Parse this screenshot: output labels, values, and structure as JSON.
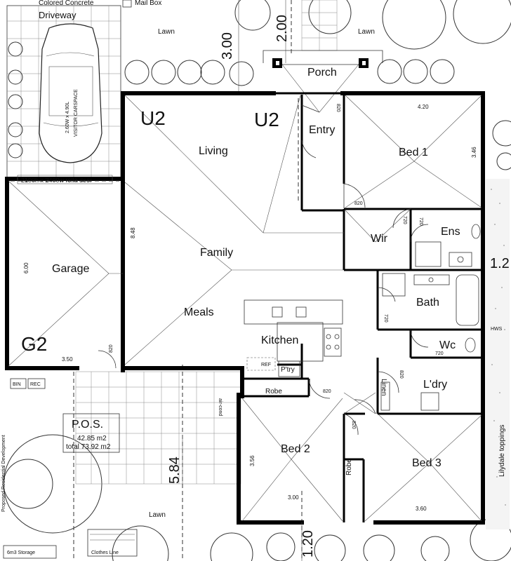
{
  "site": {
    "top_label": "Colored Concrete",
    "mail_box": "Mail Box",
    "driveway": "Driveway",
    "lawn_top_left": "Lawn",
    "lawn_top_right": "Lawn",
    "lawn_bottom": "Lawn",
    "car_label": "2.60W x 4.90L",
    "car_label_2": "VISITOR CARSPACE",
    "rolla_door": "2100h x 2400w rolla door",
    "dim_300": "3.00",
    "dim_200": "2.00",
    "dim_584": "5.84",
    "dim_120": "1.20",
    "dim_12": "1.2",
    "pos_title": "P.O.S.",
    "pos_area": "42.85 m2",
    "pos_total": "total 73.92 m2",
    "bin": "BIN",
    "rec": "REC",
    "storage": "6m3 Storage",
    "clothes_line": "Clothes Line",
    "air_con": "air-cond",
    "lilydale": "Lilydale toppings",
    "side_text": "Proposed Residential Development"
  },
  "rooms": {
    "porch": "Porch",
    "entry": "Entry",
    "living": "Living",
    "family": "Family",
    "meals": "Meals",
    "kitchen": "Kitchen",
    "pantry": "P'try",
    "ref": "REF",
    "garage": "Garage",
    "bed1": "Bed 1",
    "wir": "Wir",
    "ens": "Ens",
    "bath": "Bath",
    "wc": "Wc",
    "hws": "HWS",
    "linen": "Linen",
    "laundry": "L'dry",
    "robe1": "Robe",
    "robe2": "Robe",
    "bed2": "Bed 2",
    "bed3": "Bed 3"
  },
  "units": {
    "u2_living": "U2",
    "u2_entry": "U2",
    "g2": "G2"
  },
  "dims": {
    "bed1_w": "4.20",
    "bed1_h": "3.46",
    "living_h": "8.48",
    "garage_h": "6.00",
    "garage_w": "3.50",
    "bed2_h": "3.56",
    "bed2_w": "3.00",
    "bed3_w": "3.60",
    "d820_entry": "820",
    "d820_bed1": "820",
    "d720_wir": "720",
    "d720_ens": "720",
    "d720_bath": "720",
    "d720_wc": "720",
    "d820_ldry": "820",
    "d820_garage": "820",
    "d820_bed2": "820",
    "d820_bed3": "820"
  }
}
